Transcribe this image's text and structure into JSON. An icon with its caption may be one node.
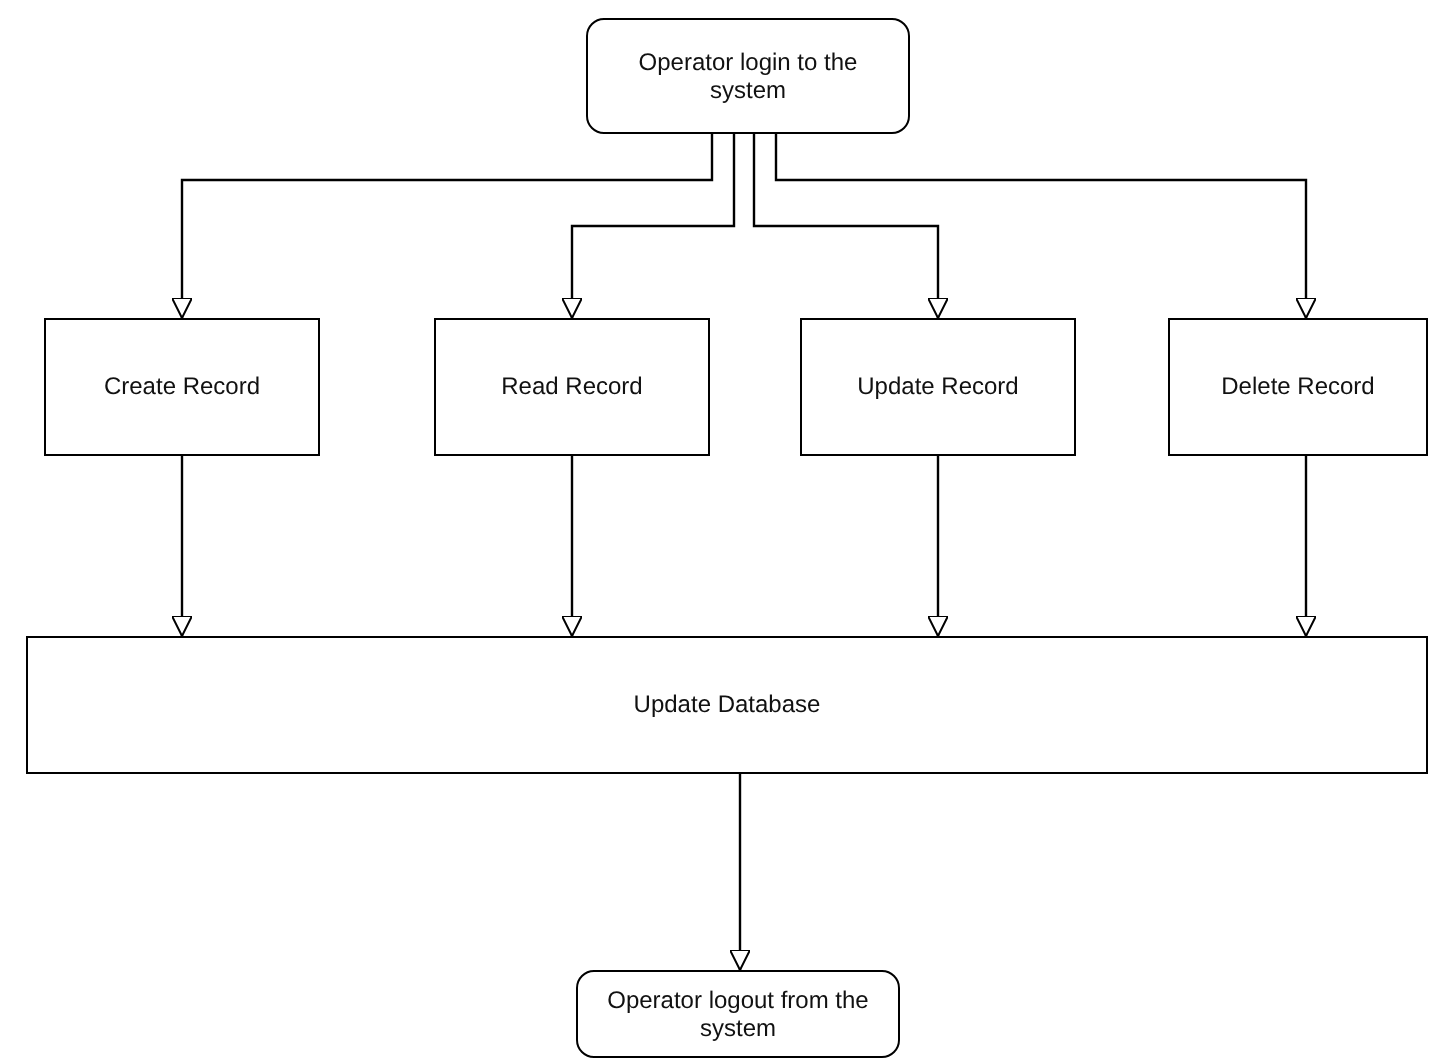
{
  "diagram": {
    "nodes": [
      {
        "text": [
          "Operator login to the system"
        ]
      },
      {
        "text": [
          "Create Record"
        ]
      },
      {
        "text": [
          "Read Record"
        ]
      },
      {
        "text": [
          "Update Record"
        ]
      },
      {
        "text": [
          "Delete Record"
        ]
      },
      {
        "text": [
          "Update Database"
        ]
      },
      {
        "text": [
          "Operator logout from the system"
        ]
      }
    ],
    "edges": [
      {
        "from": 0,
        "to": 1,
        "arrow": "to"
      },
      {
        "from": 0,
        "to": 2,
        "arrow": "to"
      },
      {
        "from": 0,
        "to": 3,
        "arrow": "to"
      },
      {
        "from": 0,
        "to": 4,
        "arrow": "to"
      },
      {
        "from": 1,
        "to": 5,
        "arrow": "to"
      },
      {
        "from": 2,
        "to": 5,
        "arrow": "to"
      },
      {
        "from": 3,
        "to": 5,
        "arrow": "to"
      },
      {
        "from": 4,
        "to": 5,
        "arrow": "to"
      },
      {
        "from": 5,
        "to": 6,
        "arrow": "to"
      }
    ]
  }
}
